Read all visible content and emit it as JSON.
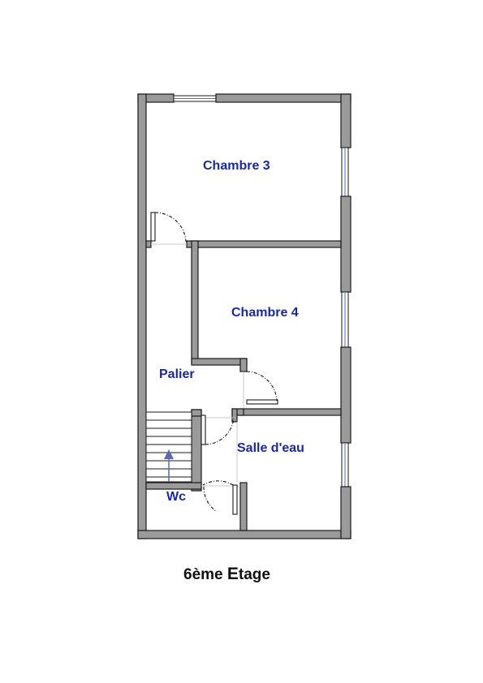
{
  "plan": {
    "rooms": [
      {
        "id": "chambre-3",
        "label": "Chambre 3"
      },
      {
        "id": "chambre-4",
        "label": "Chambre 4"
      },
      {
        "id": "palier",
        "label": "Palier"
      },
      {
        "id": "salle-deau",
        "label": "Salle d'eau"
      },
      {
        "id": "wc",
        "label": "Wc"
      }
    ],
    "caption_prefix": "6ème ",
    "caption_emphasis": "E",
    "caption_suffix": "tage",
    "colors": {
      "wall_fill": "#9a9a9a",
      "label_text": "#1a2a9c",
      "caption_text": "#111111",
      "stair_arrow": "#5a6ab0"
    }
  }
}
